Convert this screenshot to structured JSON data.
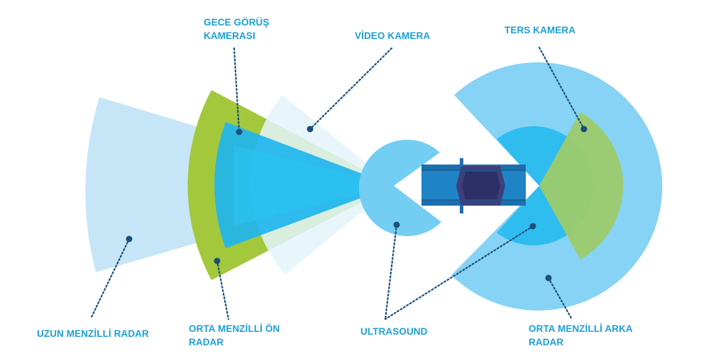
{
  "labels": {
    "gece_gorus": "GECE GÖRÜŞ\nKAMERASI",
    "video_kamera": "VİDEO KAMERA",
    "ters_kamera": "TERS KAMERA",
    "uzun_menzilli_radar": "UZUN MENZİLLİ RADAR",
    "orta_menzilli_on_radar": "ORTA MENZİLLİ ÖN\nRADAR",
    "ultrasound": "ULTRASOUND",
    "orta_menzilli_arka_radar": "ORTA MENZİLLİ ARKA\nRADAR"
  },
  "colors": {
    "label_text": "#1e9fd6",
    "long_range_radar": "#c6e6f8",
    "night_vision": "#a3c83c",
    "video_camera": "#d5eefa",
    "mid_front_radar": "#1fb5ee",
    "ultrasound": "#74cdf3",
    "rear_radar_outer": "#86d3f5",
    "rear_radar_inner": "#2fbdf0",
    "rear_camera": "#9ccb6c",
    "car_body": "#1c6fae",
    "car_roof": "#3e3f7c",
    "leader_line": "#1b4f7a"
  }
}
